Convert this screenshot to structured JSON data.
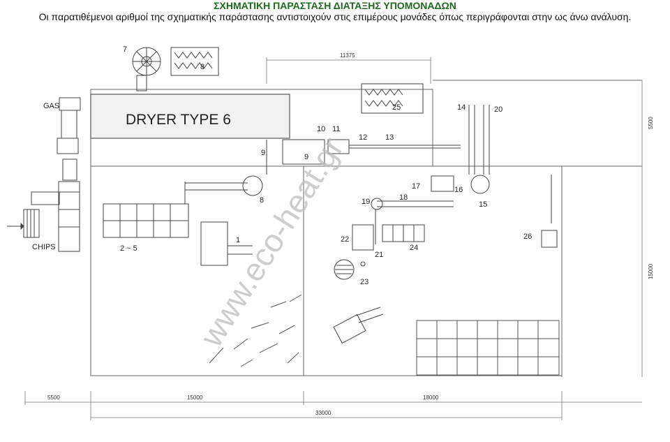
{
  "header": {
    "title": "ΣΧΗΜΑΤΙΚΗ ΠΑΡΑΣΤΑΣΗ ΔΙΑΤΑΞΗΣ ΥΠΟΜΟΝΑΔΩΝ",
    "subtitle": "Οι παρατιθέμενοι αριθμοί της σχηματικής παράστασης αντιστοιχούν στις επιμέρους μονάδες όπως περιγράφονται στην ως άνω ανάλυση."
  },
  "diagram": {
    "dryer_label": "DRYER TYPE 6",
    "gas_label": "GAS",
    "chips_label": "CHIPS",
    "watermark": "www.eco-heat.gr",
    "unit_labels": {
      "u1": "1",
      "u2_5": "2 ~ 5",
      "u7": "7",
      "u8a": "8",
      "u8b": "8",
      "u9a": "9",
      "u9b": "9",
      "u10": "10",
      "u11": "11",
      "u12": "12",
      "u13": "13",
      "u14": "14",
      "u15": "15",
      "u16": "16",
      "u17": "17",
      "u18": "18",
      "u19": "19",
      "u20": "20",
      "u21": "21",
      "u22": "22",
      "u23": "23",
      "u24": "24",
      "u25": "25",
      "u26": "26"
    },
    "dimensions": {
      "top": "11375",
      "right_top": "5500",
      "right_bottom": "15000",
      "bottom_left": "5500",
      "bottom_mid": "15000",
      "bottom_right": "18000",
      "bottom_total": "33000"
    }
  }
}
